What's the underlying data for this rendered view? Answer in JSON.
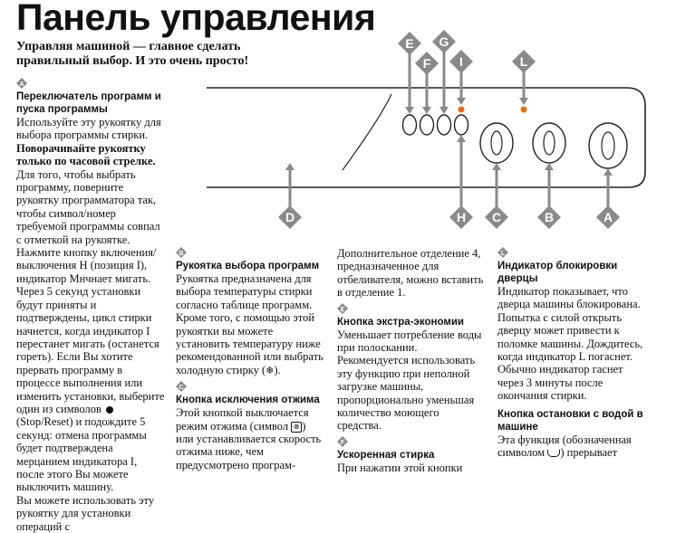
{
  "page": {
    "title": "Панель управления",
    "subtitle_line1": "Управляя машиной — главное сделать",
    "subtitle_line2": "правильный выбор.  И это очень просто!"
  },
  "diagram": {
    "labels": [
      "A",
      "B",
      "C",
      "D",
      "E",
      "F",
      "G",
      "H",
      "I",
      "L"
    ],
    "indicator_color": "#e07020",
    "badge_color": "#8a8a8a"
  },
  "col1": {
    "badge": "A",
    "title": "Переключатель программ и пуска программы",
    "p1": "Используйте эту рукоятку для выбора программы стирки.",
    "p2": "Поворачивайте рукоятку только по часовой стрелке.",
    "p3": "Для того, чтобы выбрать программу, поверните рукоятку программатора так, чтобы символ/номер требуемой программы совпал с отметкой на рукоятке.",
    "p4": "Нажмите кнопку включения/выключения H (позиция I), индикатор Мнчнает мигать.",
    "p5a": "Через 5 секунд установки будут приняты и подтверждены, цикл стирки начнется, когда индикатор I перестанет мигать (останется гореть). Если Вы хотите прервать программу в процессе выполнения или изменить установки, выберите один из символов",
    "p5b": "(Stop/Reset) и подождите 5 секунд: отмена программы будет подтверждена мерцанием индикатора I, после этого Вы можете выключить машину.",
    "p6": "Вы можете использовать эту рукоятку для установки операций с"
  },
  "col2": {
    "badge_b": "B",
    "title_b": "Рукоятка выбора программ",
    "text_b": "Рукоятка предназначена для выбора температуры стирки согласно таблице программ. Кроме того, с помощью этой рукоятки вы можете установить температуру ниже рекомендованной или выбрать холодную стирку (",
    "text_b_end": ").",
    "badge_c": "C",
    "title_c": "Кнопка исключения отжима",
    "text_c_a": "Этой кнопкой выключается режим отжима (символ",
    "text_c_b": ") или устанавливается скорость отжима ниже, чем предусмотрено програм-"
  },
  "col3": {
    "text_top": "Дополнительное отделение 4, предназначенное для отбеливателя, можно вставить в отделение 1.",
    "badge_e": "E",
    "title_e": "Кнопка экстра-экономии",
    "text_e": "Уменьшает потребление воды при полоскании. Рекомендуется использовать эту функцию при неполной загрузке машины, пропорционально уменьшая количество моющего средства.",
    "badge_f": "F",
    "title_f": "Ускоренная стирка",
    "text_f": "При нажатии этой кнопки"
  },
  "col4": {
    "badge_l": "L",
    "title_l": "Индикатор блокировки дверцы",
    "text_l": "Индикатор показывает, что дверца машины блокирована. Попытка с силой открыть дверцу может привести к поломке машины. Дождитесь, когда индикатор L погаснет. Обычно индикатор гаснет через 3 минуты после окончания стирки.",
    "title_stop": "Кнопка остановки с водой в машине",
    "text_stop_a": "Эта функция (обозначенная символом",
    "text_stop_b": ") прерывает"
  }
}
